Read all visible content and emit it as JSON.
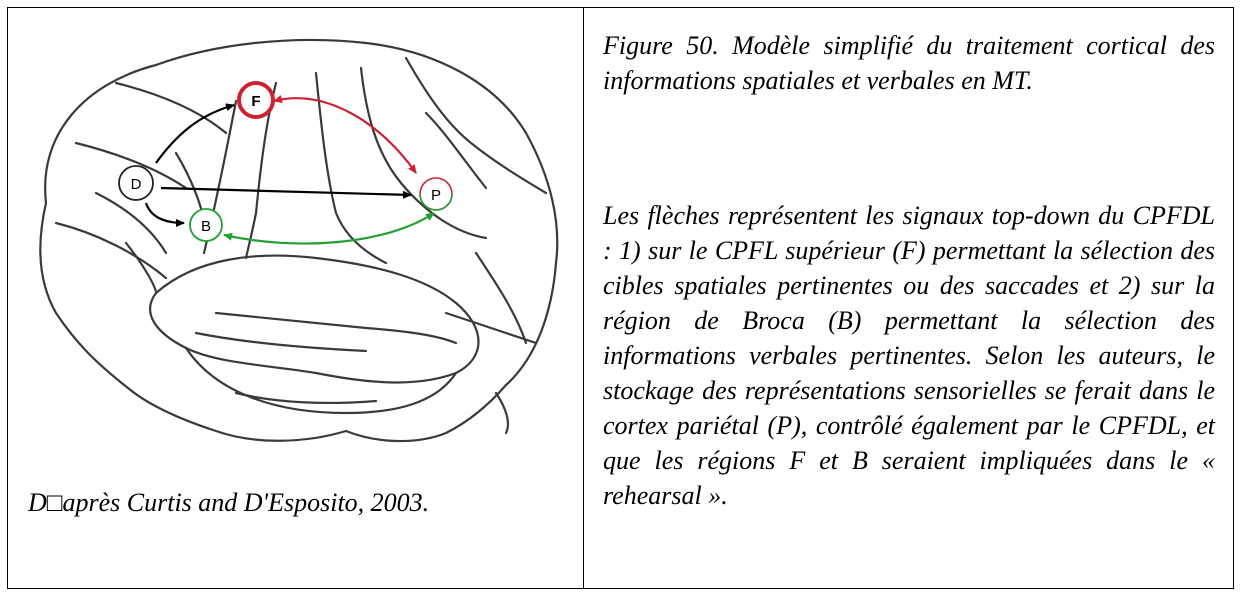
{
  "figure": {
    "credit": "D□après Curtis and D'Esposito, 2003.",
    "title": "Figure 50. Modèle simplifié du traitement cortical des informations spatiales et verbales en MT.",
    "body": "Les flèches représentent les signaux top-down du CPFDL : 1) sur le CPFL supérieur (F) permettant la sélection des cibles spatiales pertinentes ou des saccades et 2) sur la région de Broca (B) permettant la sélection des informations verbales pertinentes. Selon les auteurs, le stockage des représentations sensorielles se ferait dans le cortex pariétal (P), contrôlé également par le CPFDL, et que les régions F et B seraient impliquées dans le « rehearsal »."
  },
  "diagram": {
    "nodes": {
      "d": "D",
      "f": "F",
      "p": "P",
      "b": "B"
    },
    "colors": {
      "black_arrow": "#000000",
      "red_arrow": "#cc2233",
      "green_arrow": "#22a033",
      "outline": "#3a3a3a"
    }
  }
}
